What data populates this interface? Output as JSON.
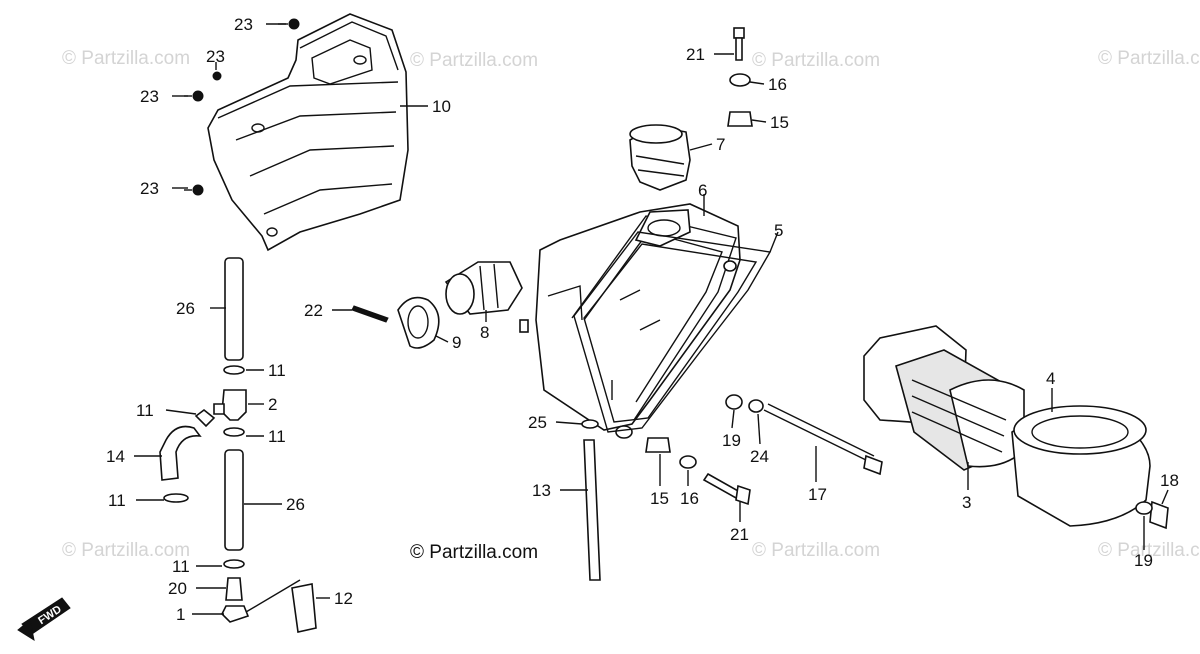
{
  "watermark": "© Partzilla.com",
  "copyright": "© Partzilla.com",
  "fwd_label": "FWD",
  "callouts": [
    "23",
    "23",
    "23",
    "23",
    "10",
    "26",
    "11",
    "11",
    "2",
    "11",
    "14",
    "11",
    "26",
    "11",
    "20",
    "1",
    "12",
    "22",
    "9",
    "8",
    "6",
    "5",
    "7",
    "21",
    "16",
    "15",
    "25",
    "13",
    "15",
    "16",
    "21",
    "19",
    "24",
    "17",
    "3",
    "4",
    "18",
    "19"
  ]
}
